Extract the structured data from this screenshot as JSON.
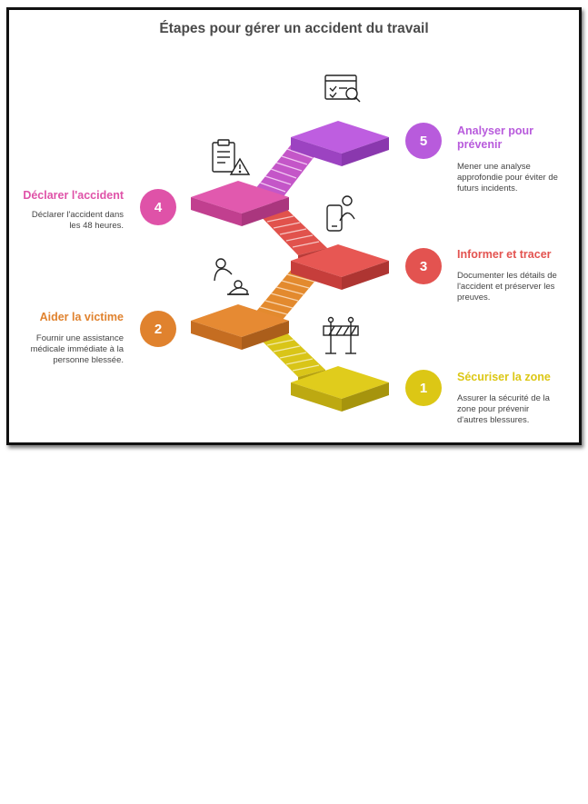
{
  "title": "Étapes pour gérer un accident du travail",
  "colors": {
    "step1": "#DCC715",
    "step2": "#E0822E",
    "step3": "#E35350",
    "step4": "#DF52A8",
    "step5": "#B85BDC",
    "title": "#4a4a4a"
  },
  "steps": [
    {
      "number": "1",
      "title": "Sécuriser la zone",
      "description_lines": [
        "Assurer la sécurité de la",
        "zone pour prévenir",
        "d'autres blessures."
      ],
      "icon": "barrier-icon"
    },
    {
      "number": "2",
      "title": "Aider la victime",
      "description_lines": [
        "Fournir une assistance",
        "médicale immédiate à la",
        "personne blessée."
      ],
      "icon": "helper-icon"
    },
    {
      "number": "3",
      "title": "Informer et tracer",
      "description_lines": [
        "Documenter les détails de",
        "l'accident et préserver les",
        "preuves."
      ],
      "icon": "person-phone-icon"
    },
    {
      "number": "4",
      "title": "Déclarer l'accident",
      "description_lines": [
        "Déclarer l'accident dans",
        "les 48 heures."
      ],
      "icon": "clipboard-warning-icon"
    },
    {
      "number": "5",
      "title_lines": [
        "Analyser pour",
        "prévenir"
      ],
      "description_lines": [
        "Mener une analyse",
        "approfondie pour éviter de",
        "futurs incidents."
      ],
      "icon": "analysis-icon"
    }
  ]
}
